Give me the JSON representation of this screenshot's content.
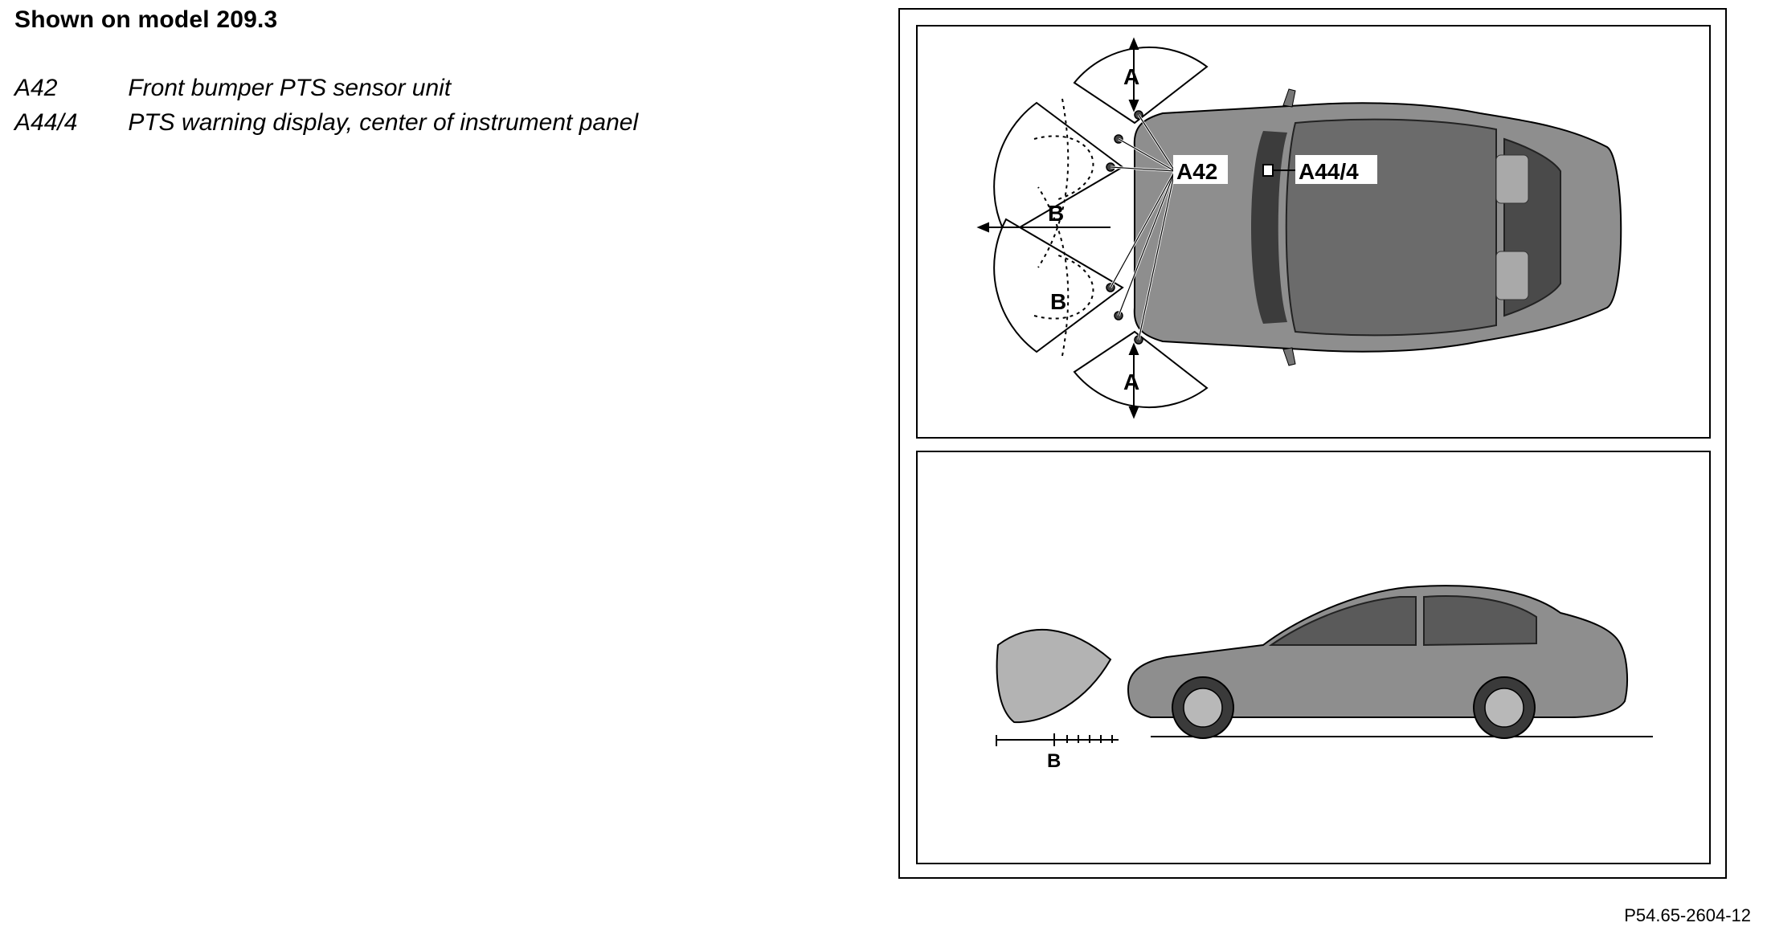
{
  "heading": "Shown on model 209.3",
  "legend": [
    {
      "code": "A42",
      "description": "Front bumper PTS sensor unit"
    },
    {
      "code": "A44/4",
      "description": "PTS warning display, center of instrument panel"
    }
  ],
  "top_view": {
    "zone_label_side": "A",
    "zone_label_front": "B",
    "sensor_callout": "A42",
    "display_callout": "A44/4"
  },
  "side_view": {
    "zone_label": "B"
  },
  "figure_reference": "P54.65-2604-12",
  "colors": {
    "line": "#000000",
    "car_body": "#8e8e8e",
    "car_glass": "#5a5a5a",
    "zone_fill": "#b3b3b3"
  }
}
